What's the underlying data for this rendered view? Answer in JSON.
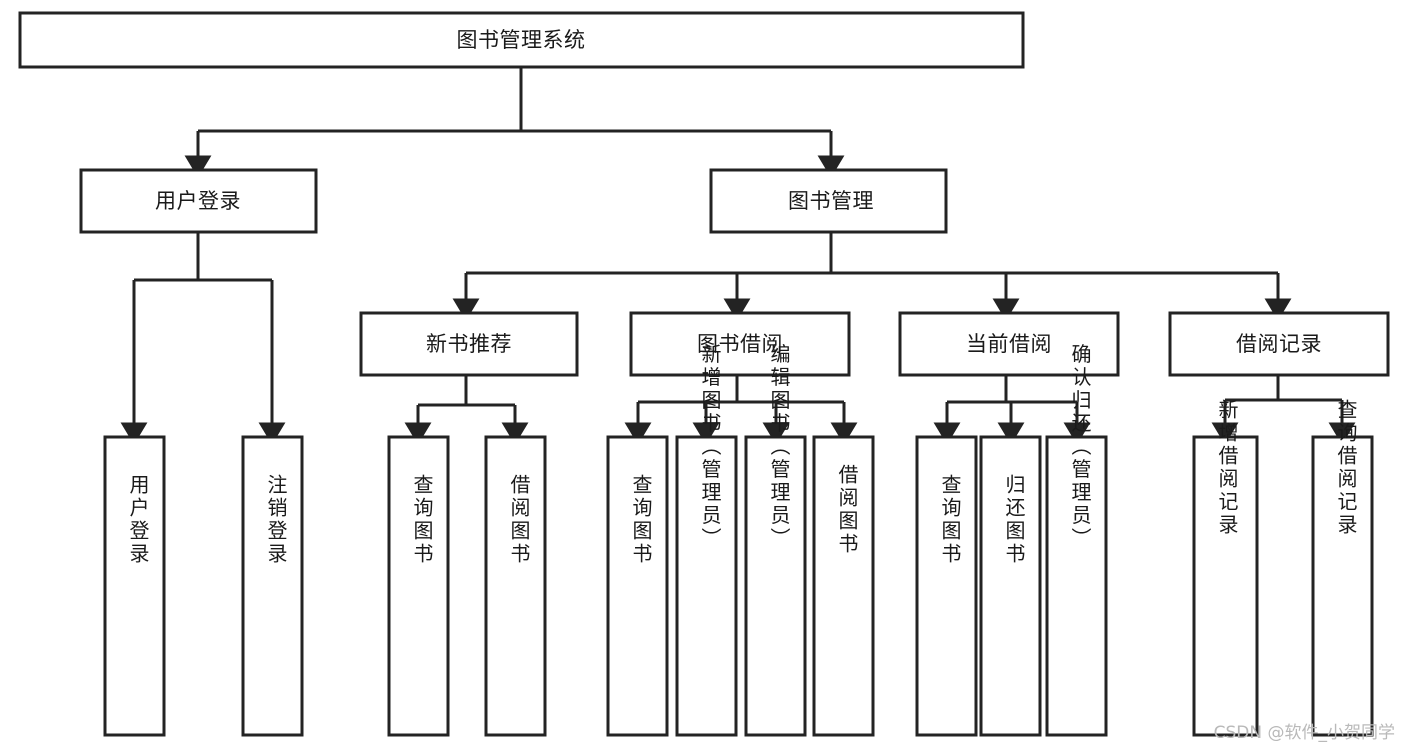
{
  "diagram": {
    "type": "hierarchy-tree",
    "title": "图书管理系统",
    "watermark": "CSDN @软件_小贺同学",
    "colors": {
      "box_stroke": "#232323",
      "box_fill": "#ffffff",
      "text": "#1a1a1a",
      "background": "#ffffff",
      "watermark": "#b9b9b9"
    },
    "root": {
      "label": "图书管理系统"
    },
    "level1": [
      {
        "label": "用户登录"
      },
      {
        "label": "图书管理"
      }
    ],
    "level2": [
      {
        "label": "新书推荐"
      },
      {
        "label": "图书借阅"
      },
      {
        "label": "当前借阅"
      },
      {
        "label": "借阅记录"
      }
    ],
    "leaves": {
      "user_login": [
        {
          "label": "用户登录"
        },
        {
          "label": "注销登录"
        }
      ],
      "new_book": [
        {
          "label": "查询图书"
        },
        {
          "label": "借阅图书"
        }
      ],
      "book_borrow": [
        {
          "label": "查询图书"
        },
        {
          "label": "新增图书（管理员）"
        },
        {
          "label": "编辑图书（管理员）"
        },
        {
          "label": "借阅图书"
        }
      ],
      "current_borrow": [
        {
          "label": "查询图书"
        },
        {
          "label": "归还图书"
        },
        {
          "label": "确认归还（管理员）"
        }
      ],
      "borrow_record": [
        {
          "label": "新增借阅记录"
        },
        {
          "label": "查询借阅记录"
        }
      ]
    }
  }
}
